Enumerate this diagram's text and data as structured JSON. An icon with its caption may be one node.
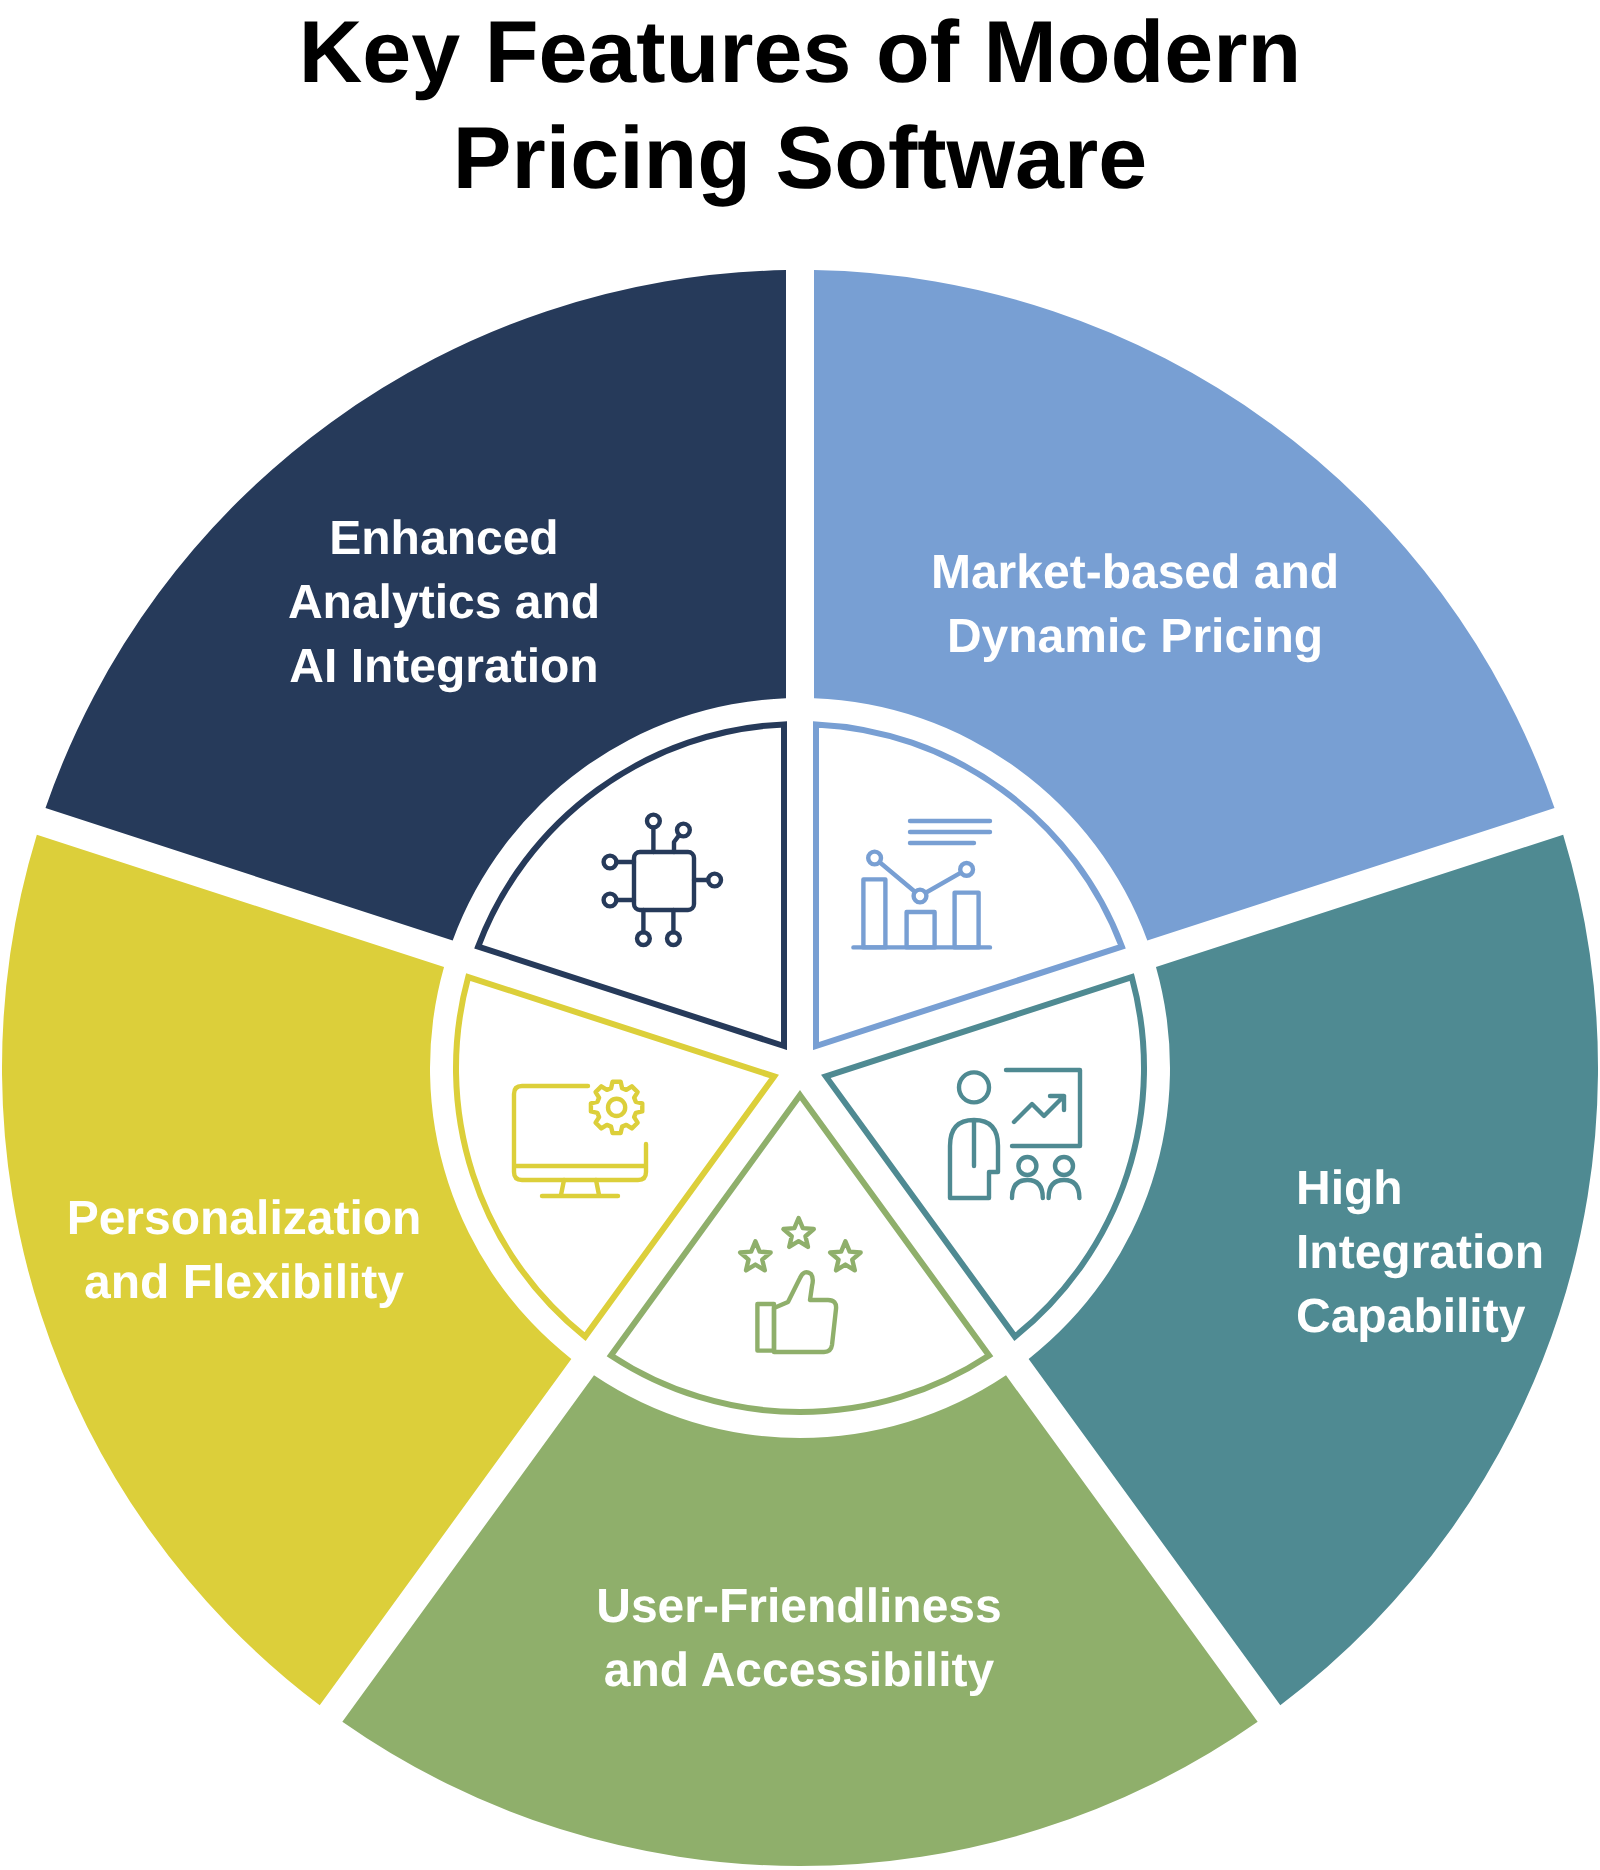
{
  "diagram": {
    "title": "Key Features of Modern Pricing Software",
    "nodes": [
      {
        "text": [
          "Enhanced Analytics and AI Integration"
        ]
      },
      {
        "text": [
          "Market-based and Dynamic Pricing"
        ]
      },
      {
        "text": [
          "High Integration Capability"
        ]
      },
      {
        "text": [
          "User-Friendliness and Accessibility"
        ]
      },
      {
        "text": [
          "Personalization and Flexibility"
        ]
      },
      {
        "text": [],
        "shape": "wedge"
      },
      {
        "text": [],
        "shape": "wedge"
      },
      {
        "text": [],
        "shape": "wedge"
      },
      {
        "text": [],
        "shape": "wedge"
      },
      {
        "text": [],
        "shape": "wedge"
      }
    ]
  }
}
